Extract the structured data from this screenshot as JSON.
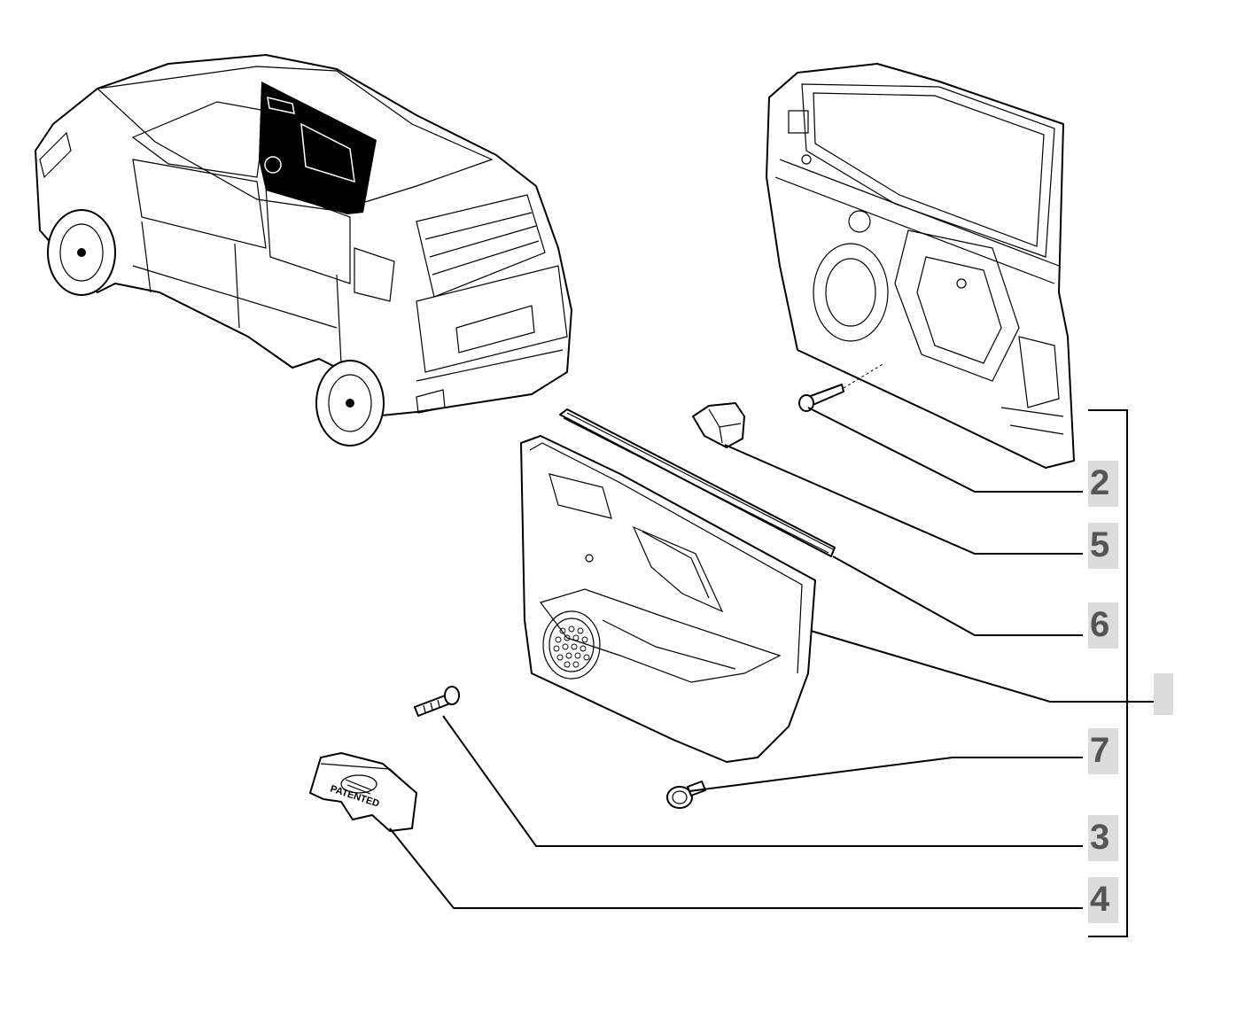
{
  "diagram": {
    "colors": {
      "line": "#000000",
      "label_text": "#555555",
      "label_background": "#dcdcdc",
      "door_panel_highlight": "#000000"
    },
    "vehicle": {
      "icon": "hatchback-car-illustration"
    },
    "door_frame": {
      "icon": "front-door-frame-illustration"
    },
    "parts": [
      {
        "callout": "2",
        "icon": "bolt-icon"
      },
      {
        "callout": "5",
        "icon": "door-clip-icon"
      },
      {
        "callout": "6",
        "icon": "window-seal-strip-icon"
      },
      {
        "callout": "",
        "icon": "door-trim-panel-icon"
      },
      {
        "callout": "7",
        "icon": "push-pin-fastener-icon"
      },
      {
        "callout": "3",
        "icon": "screw-icon"
      },
      {
        "callout": "4",
        "icon": "patented-clip-icon",
        "embossed_text": "PATENTED"
      }
    ]
  }
}
